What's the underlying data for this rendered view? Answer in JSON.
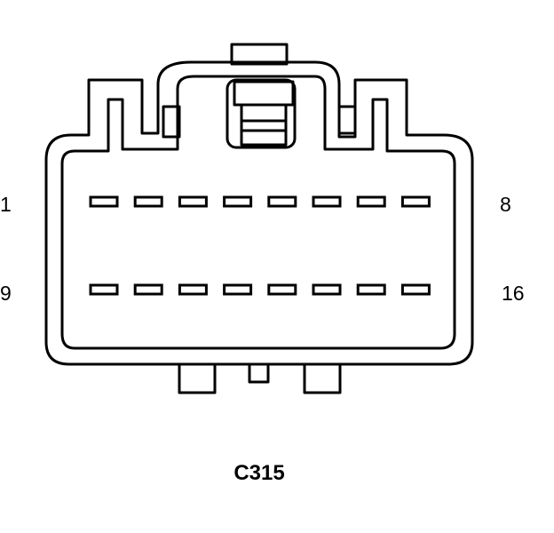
{
  "connector": {
    "name": "C315",
    "row_top": {
      "first_pin": "1",
      "last_pin": "8"
    },
    "row_bottom": {
      "first_pin": "9",
      "last_pin": "16"
    },
    "pins_per_row": 8
  },
  "colors": {
    "line": "#000000",
    "background": "#ffffff"
  }
}
